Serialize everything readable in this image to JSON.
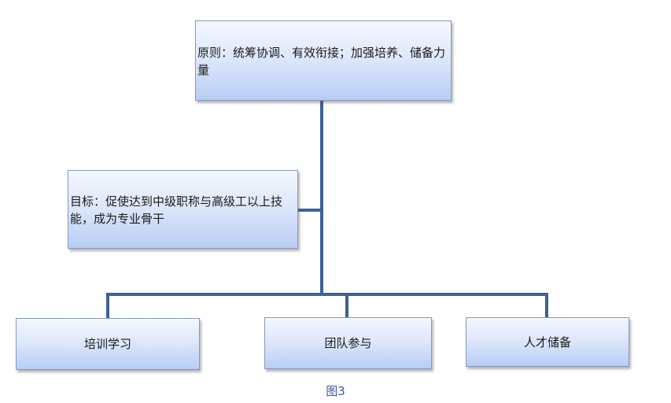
{
  "diagram": {
    "principle": "原则：统筹协调、有效衔接；加强培养、储备力量",
    "goal": "目标：促使达到中级职称与高级工以上技能，成为专业骨干",
    "children": [
      "培训学习",
      "团队参与",
      "人才储备"
    ],
    "connector_color": "#3b6299",
    "caption": "图3"
  }
}
